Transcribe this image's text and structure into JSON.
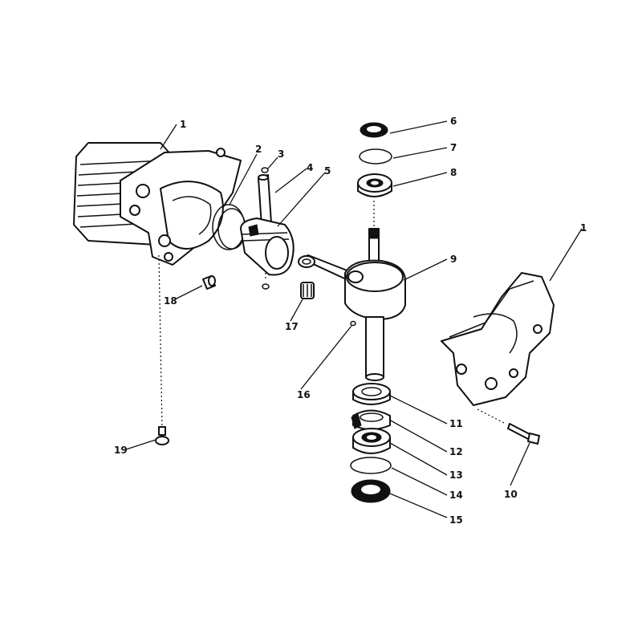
{
  "callouts": {
    "c1_cylinder": "1",
    "c2": "2",
    "c3": "3",
    "c4": "4",
    "c5": "5",
    "c6": "6",
    "c7": "7",
    "c8": "8",
    "c9": "9",
    "c1_crankcase": "1",
    "c10": "10",
    "c11": "11",
    "c12": "12",
    "c13": "13",
    "c14": "14",
    "c15": "15",
    "c16": "16",
    "c17": "17",
    "c18": "18",
    "c19": "19"
  },
  "colors": {
    "ink": "#111111",
    "paper": "#ffffff"
  }
}
